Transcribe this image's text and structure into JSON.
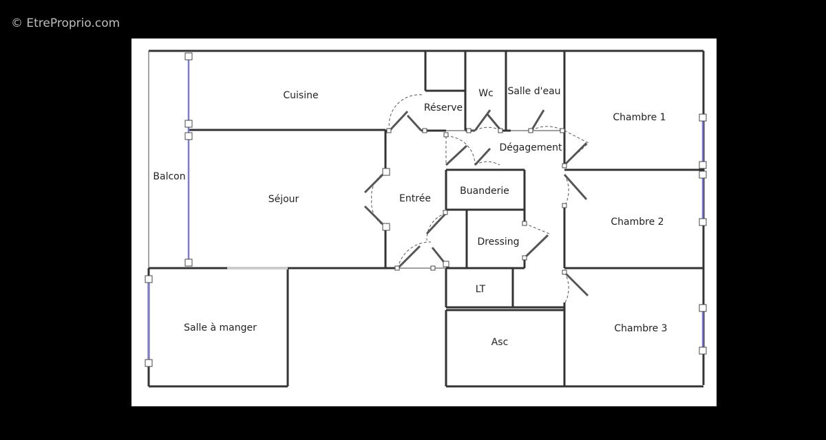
{
  "watermark": "© EtreProprio.com",
  "rooms": {
    "cuisine": "Cuisine",
    "reserve": "Réserve",
    "wc": "Wc",
    "salle_deau": "Salle d'eau",
    "chambre1": "Chambre 1",
    "degagement": "Dégagement",
    "balcon": "Balcon",
    "sejour": "Séjour",
    "entree": "Entrée",
    "buanderie": "Buanderie",
    "chambre2": "Chambre 2",
    "dressing": "Dressing",
    "lt": "LT",
    "salle_a_manger": "Salle à manger",
    "asc": "Asc",
    "chambre3": "Chambre 3"
  },
  "colors": {
    "background": "#000000",
    "paper": "#ffffff",
    "wall": "#333333",
    "window": "#7b7bd6",
    "door": "#555555"
  }
}
